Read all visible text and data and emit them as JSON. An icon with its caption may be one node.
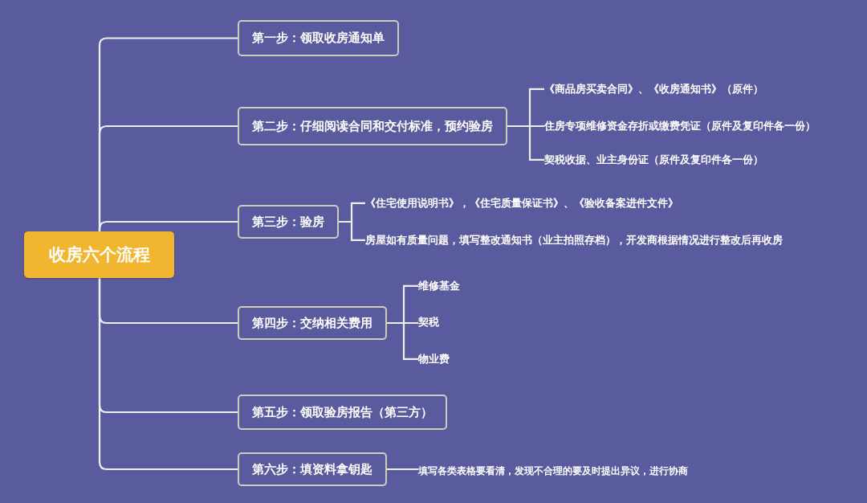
{
  "diagram": {
    "nodes": [
      {
        "text": [
          "收房六个流程"
        ]
      },
      {
        "text": [
          "第一步：领取收房通知单"
        ]
      },
      {
        "text": [
          "第二步：仔细阅读合同和交付标准，预约验房"
        ]
      },
      {
        "text": [
          "《商品房买卖合同》、《收房通知书》（原件）"
        ]
      },
      {
        "text": [
          "住房专项维修资金存折或缴费凭证（原件及复印件各一份）"
        ]
      },
      {
        "text": [
          "契税收据、业主身份证（原件及复印件各一份）"
        ]
      },
      {
        "text": [
          "第三步：验房"
        ]
      },
      {
        "text": [
          "《住宅使用说明书》，《住宅质量保证书》、《验收备案进件文件》"
        ]
      },
      {
        "text": [
          "房屋如有质量问题，填写整改通知书（业主拍照存档），开发商根据情况进行整改后再收房"
        ]
      },
      {
        "text": [
          "第四步：交纳相关费用"
        ]
      },
      {
        "text": [
          "维修基金"
        ]
      },
      {
        "text": [
          "契税"
        ]
      },
      {
        "text": [
          "物业费"
        ]
      },
      {
        "text": [
          "第五步：领取验房报告（第三方）"
        ]
      },
      {
        "text": [
          "第六步：填资料拿钥匙"
        ]
      },
      {
        "text": [
          "填写各类表格要看清，发现不合理的要及时提出异议，进行协商"
        ]
      }
    ],
    "edges": [
      {
        "from": 0,
        "to": 1,
        "arrow": "none"
      },
      {
        "from": 0,
        "to": 2,
        "arrow": "none"
      },
      {
        "from": 2,
        "to": 3,
        "arrow": "none"
      },
      {
        "from": 2,
        "to": 4,
        "arrow": "none"
      },
      {
        "from": 2,
        "to": 5,
        "arrow": "none"
      },
      {
        "from": 0,
        "to": 6,
        "arrow": "none"
      },
      {
        "from": 6,
        "to": 7,
        "arrow": "none"
      },
      {
        "from": 6,
        "to": 8,
        "arrow": "none"
      },
      {
        "from": 0,
        "to": 9,
        "arrow": "none"
      },
      {
        "from": 9,
        "to": 10,
        "arrow": "none"
      },
      {
        "from": 9,
        "to": 11,
        "arrow": "none"
      },
      {
        "from": 9,
        "to": 12,
        "arrow": "none"
      },
      {
        "from": 0,
        "to": 13,
        "arrow": "none"
      },
      {
        "from": 0,
        "to": 14,
        "arrow": "none"
      },
      {
        "from": 14,
        "to": 15,
        "arrow": "none"
      }
    ]
  }
}
